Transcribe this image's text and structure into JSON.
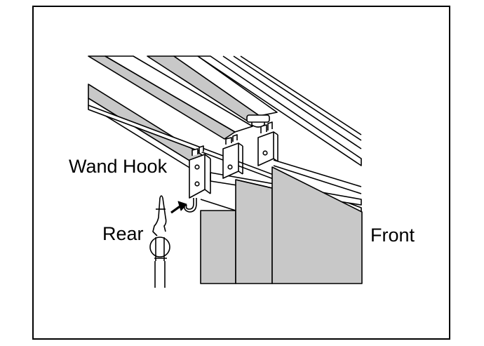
{
  "labels": {
    "wand_hook": "Wand Hook",
    "rear": "Rear",
    "front": "Front"
  },
  "colors": {
    "line": "#000000",
    "panel_fill": "#c8c8c8",
    "background": "#ffffff"
  },
  "icons": [
    "arrow-right-icon",
    "wand-icon",
    "hook-icon",
    "carrier-bracket-icon"
  ]
}
